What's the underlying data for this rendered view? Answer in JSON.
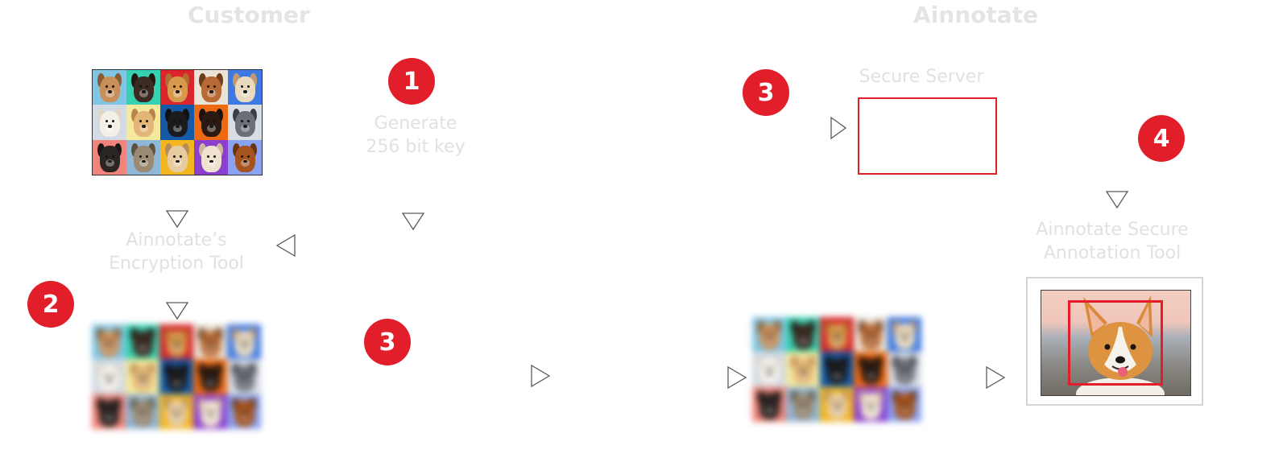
{
  "headings": {
    "customer": "Customer",
    "ainnotate": "Ainnotate"
  },
  "labels": {
    "generate_key_line1": "Generate",
    "generate_key_line2": "256 bit key",
    "encryption_tool_line1": "Ainnotate’s",
    "encryption_tool_line2": "Encryption Tool",
    "secure_server": "Secure Server",
    "annotation_tool_line1": "Ainnotate Secure",
    "annotation_tool_line2": "Annotation Tool"
  },
  "badges": {
    "step_generate": "1",
    "step_encrypt": "2",
    "step_upload": "3",
    "step_server": "3",
    "step_annotate": "4"
  },
  "colors": {
    "badge_red": "#e21e2a",
    "heading_gray": "#e4e4e4",
    "annotation_box_red": "#e21e2a"
  },
  "image_tiles": [
    {
      "bg": "#7fc6e4",
      "fur": "#c98f5a",
      "ear": "#8a5a33"
    },
    {
      "bg": "#36d1b0",
      "fur": "#3b2b22",
      "ear": "#221812"
    },
    {
      "bg": "#d9252b",
      "fur": "#d79a4c",
      "ear": "#b36d2c"
    },
    {
      "bg": "#e9e3d8",
      "fur": "#b86a35",
      "ear": "#6e3d1c"
    },
    {
      "bg": "#3e79e3",
      "fur": "#e8d9bf",
      "ear": "#c49a6c"
    },
    {
      "bg": "#d2dae3",
      "fur": "#f4f0e8",
      "ear": "#e0d6c6"
    },
    {
      "bg": "#f4e99c",
      "fur": "#e3b678",
      "ear": "#b9834a"
    },
    {
      "bg": "#145aa8",
      "fur": "#1b1b1d",
      "ear": "#101012"
    },
    {
      "bg": "#ee6a12",
      "fur": "#2a1a12",
      "ear": "#1b100b"
    },
    {
      "bg": "#d8dde4",
      "fur": "#6b6f76",
      "ear": "#3a3d42"
    },
    {
      "bg": "#f0847a",
      "fur": "#2a2422",
      "ear": "#1c1715"
    },
    {
      "bg": "#8fb7d8",
      "fur": "#9a8a72",
      "ear": "#5d5140"
    },
    {
      "bg": "#f3b61f",
      "fur": "#e7cba1",
      "ear": "#b58c5c"
    },
    {
      "bg": "#8a3fcf",
      "fur": "#efe2cf",
      "ear": "#d1b79a"
    },
    {
      "bg": "#8aa3f0",
      "fur": "#a5541f",
      "ear": "#6b3310"
    }
  ]
}
